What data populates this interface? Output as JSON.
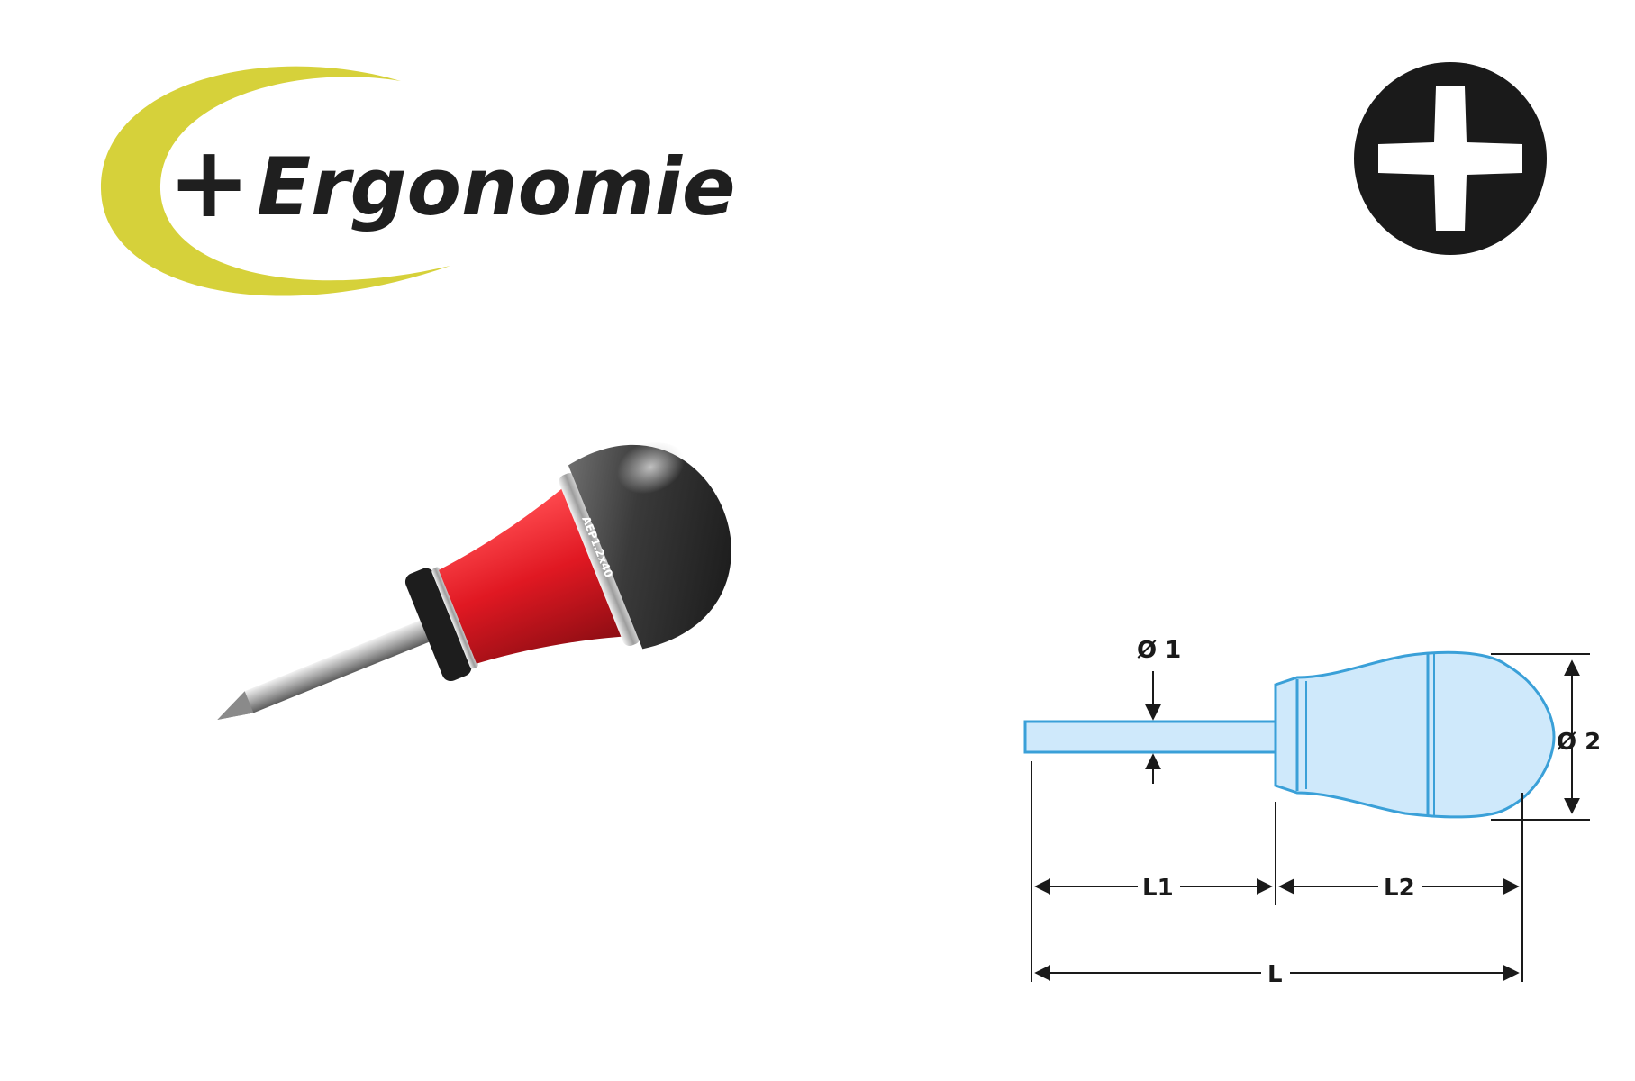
{
  "logo": {
    "plus": "+",
    "word": "Ergonomie",
    "arc_color": "#d6d13a"
  },
  "tip_symbol": {
    "icon": "phillips-cross-icon",
    "color": "#1a1a1a"
  },
  "product": {
    "handle_color": "#e01822",
    "cap_color": "#2a2a2a",
    "ring_color": "#c8c8c8",
    "handle_marking": "AEP1.2x40"
  },
  "diagram": {
    "fill_color": "#cfe9fb",
    "stroke_color": "#3aa0d8",
    "labels": {
      "d1": "Ø 1",
      "d2": "Ø 2",
      "l1": "L1",
      "l2": "L2",
      "l": "L"
    }
  }
}
